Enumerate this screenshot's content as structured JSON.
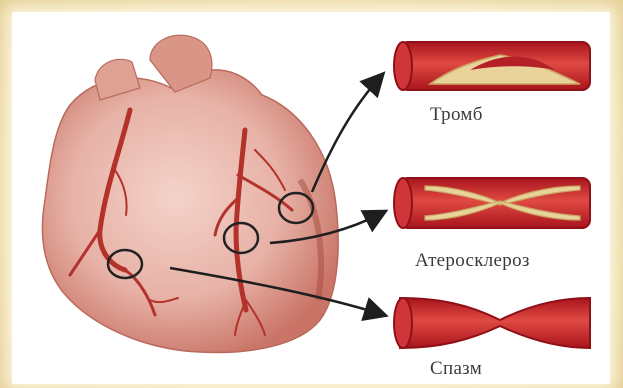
{
  "labels": {
    "thrombus": "Тромб",
    "atherosclerosis": "Атеросклероз",
    "spasm": "Спазм"
  },
  "colors": {
    "vessel_wall": "#c8232a",
    "vessel_light": "#e56a5e",
    "plaque": "#e9d39a",
    "heart": "#e7b1a6",
    "artery": "#b3322b",
    "arrow": "#1e1e1e"
  }
}
